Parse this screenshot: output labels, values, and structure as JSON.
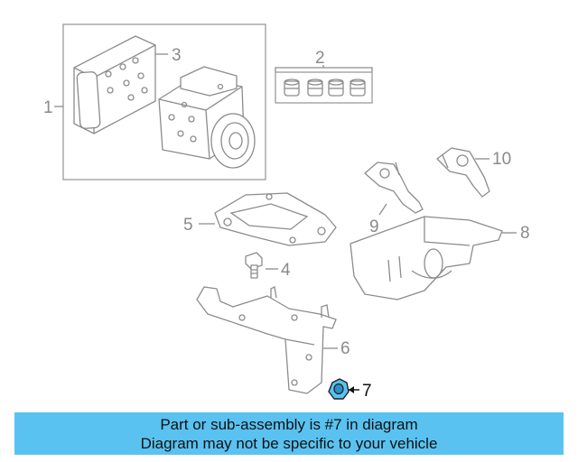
{
  "callouts": {
    "c1": "1",
    "c2": "2",
    "c3": "3",
    "c4": "4",
    "c5": "5",
    "c6": "6",
    "c7": "7",
    "c8": "8",
    "c9": "9",
    "c10": "10"
  },
  "highlight": {
    "part_number": "7",
    "color": "#5ac2f0"
  },
  "banner": {
    "line1": "Part or sub-assembly is #7 in diagram",
    "line2": "Diagram may not be specific to your vehicle",
    "background": "#5ac2f0"
  }
}
